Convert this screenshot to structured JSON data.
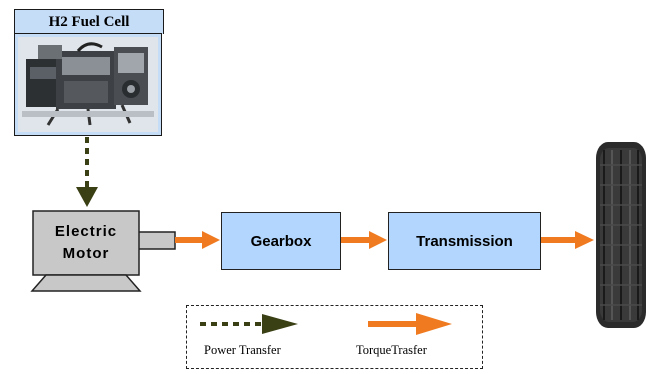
{
  "fuel_cell": {
    "title": "H2 Fuel Cell"
  },
  "motor": {
    "line1": "Electric",
    "line2": "Motor"
  },
  "gearbox": {
    "label": "Gearbox"
  },
  "transmission": {
    "label": "Transmission"
  },
  "legend": {
    "power_label": "Power Transfer",
    "torque_label": "TorqueTrasfer"
  },
  "colors": {
    "box_fill": "#b2d6fd",
    "title_fill": "#c6ddf8",
    "torque_arrow": "#f07a20",
    "power_arrow": "#3a3f14",
    "motor_fill": "#c8c8c8"
  }
}
